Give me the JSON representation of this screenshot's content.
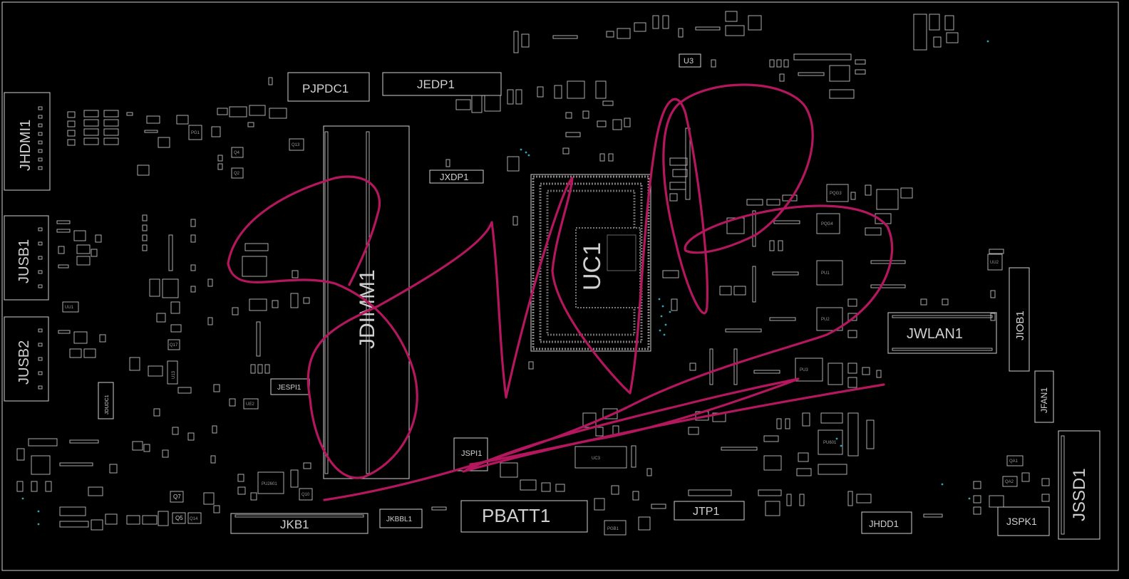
{
  "board": {
    "background": "#000000",
    "silk_color": "#cfcfcf",
    "via_color": "#2aa7b5",
    "ink_color": "#b5175f"
  },
  "connectors": {
    "jhdmi1": "JHDMI1",
    "jusb1": "JUSB1",
    "jusb2": "JUSB2",
    "pjpdc1": "PJPDC1",
    "jedp1": "JEDP1",
    "jdimm1": "JDIMM1",
    "jxdp1": "JXDP1",
    "uc1": "UC1",
    "u3": "U3",
    "jwlan1": "JWLAN1",
    "jiob1": "JIOB1",
    "jfan1": "JFAN1",
    "jssd1": "JSSD1",
    "jspk1": "JSPK1",
    "jhdd1": "JHDD1",
    "jtp1": "JTP1",
    "pbatt1": "PBATT1",
    "jkbbl1": "JKBBL1",
    "jkb1": "JKB1",
    "jspi1": "JSPI1",
    "jespi1": "JESPI1",
    "jdudc1": "JDUDC1"
  },
  "components": {
    "q4": "Q4",
    "q2": "Q2",
    "q13": "Q13",
    "q7": "Q7",
    "q5": "Q5",
    "q10": "Q10",
    "q14": "Q14",
    "q17": "Q17",
    "pq3": "PQG3",
    "pq4": "PQG4",
    "pu1": "PU1",
    "pu2": "PU2",
    "pu3": "PU3",
    "pu601": "PU601",
    "pu2601": "PU2601",
    "uc3": "UC3",
    "uu1": "UU1",
    "uu2": "UU2",
    "u13": "U13",
    "ue2": "UE2",
    "pg1": "PG1",
    "pgb1": "PGB1",
    "qa1": "QA1",
    "qa2": "QA2"
  }
}
